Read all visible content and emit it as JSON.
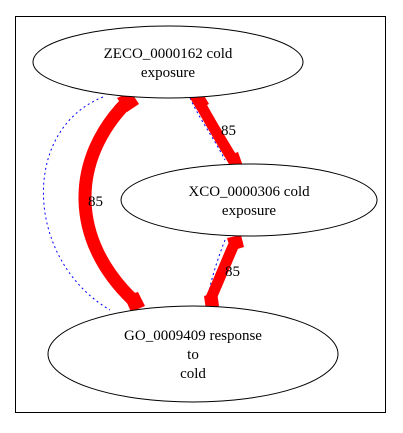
{
  "graph": {
    "nodes": [
      {
        "id": "zeco",
        "label_lines": [
          "ZECO_0000162 cold",
          "exposure"
        ]
      },
      {
        "id": "xco",
        "label_lines": [
          "XCO_0000306 cold",
          "exposure"
        ]
      },
      {
        "id": "go",
        "label_lines": [
          "GO_0009409 response",
          "to",
          "cold"
        ]
      }
    ],
    "edges": [
      {
        "from": "zeco",
        "to": "xco",
        "label": "85",
        "style": "thick",
        "color": "#ff0000"
      },
      {
        "from": "zeco",
        "to": "go",
        "label": "85",
        "style": "thick",
        "color": "#ff0000"
      },
      {
        "from": "xco",
        "to": "go",
        "label": "85",
        "style": "thick",
        "color": "#ff0000"
      },
      {
        "from": "zeco",
        "to": "go",
        "label": "",
        "style": "dotted",
        "color": "#0000ff"
      },
      {
        "from": "zeco",
        "to": "xco",
        "label": "",
        "style": "dotted",
        "color": "#0000ff"
      },
      {
        "from": "xco",
        "to": "go",
        "label": "",
        "style": "dotted",
        "color": "#0000ff"
      }
    ]
  }
}
